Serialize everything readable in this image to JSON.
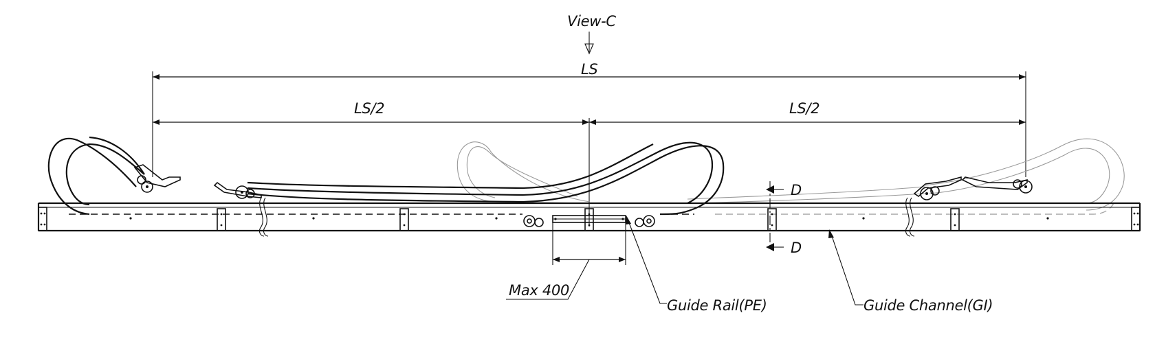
{
  "labels": {
    "view_c": "View-C",
    "ls": "LS",
    "ls_half_left": "LS/2",
    "ls_half_right": "LS/2",
    "section_d_top": "D",
    "section_d_bottom": "D",
    "max_400": "Max 400",
    "guide_rail": "Guide Rail(PE)",
    "guide_channel": "Guide Channel(GI)"
  }
}
